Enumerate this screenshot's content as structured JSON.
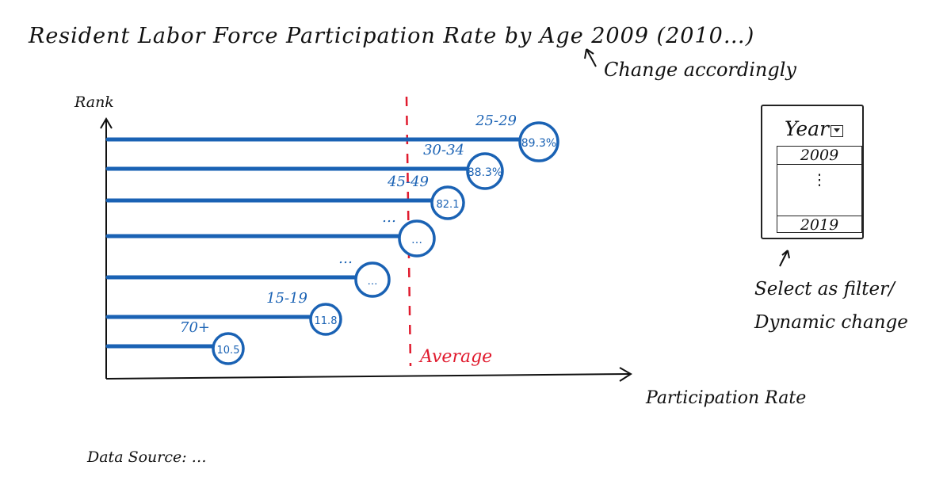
{
  "title": "Resident Labor Force Participation Rate by Age 2009 (2010…)",
  "title_note": "Change accordingly",
  "chart_data": {
    "type": "bar",
    "orientation": "horizontal lollipop",
    "xlabel": "Participation Rate",
    "ylabel": "Rank",
    "reference_line": {
      "label": "Average"
    },
    "bars": [
      {
        "category": "25-29",
        "value_label": "89.3%",
        "value": 89.3
      },
      {
        "category": "30-34",
        "value_label": "88.3%",
        "value": 88.3
      },
      {
        "category": "45-49",
        "value_label": "82.1",
        "value": 82.1
      },
      {
        "category": "…",
        "value_label": "…",
        "value": null
      },
      {
        "category": "…",
        "value_label": "…",
        "value": null
      },
      {
        "category": "15-19",
        "value_label": "11.8",
        "value": 11.8
      },
      {
        "category": "70+",
        "value_label": "10.5",
        "value": 10.5
      }
    ]
  },
  "filter": {
    "title": "Year",
    "first_option": "2009",
    "ellipsis": "⋮",
    "last_option": "2019",
    "note_line1": "Select as filter/",
    "note_line2": "Dynamic change"
  },
  "data_source": "Data Source: …",
  "colors": {
    "bar": "#1a62b4",
    "average": "#e01b2e",
    "ink": "#111111"
  }
}
